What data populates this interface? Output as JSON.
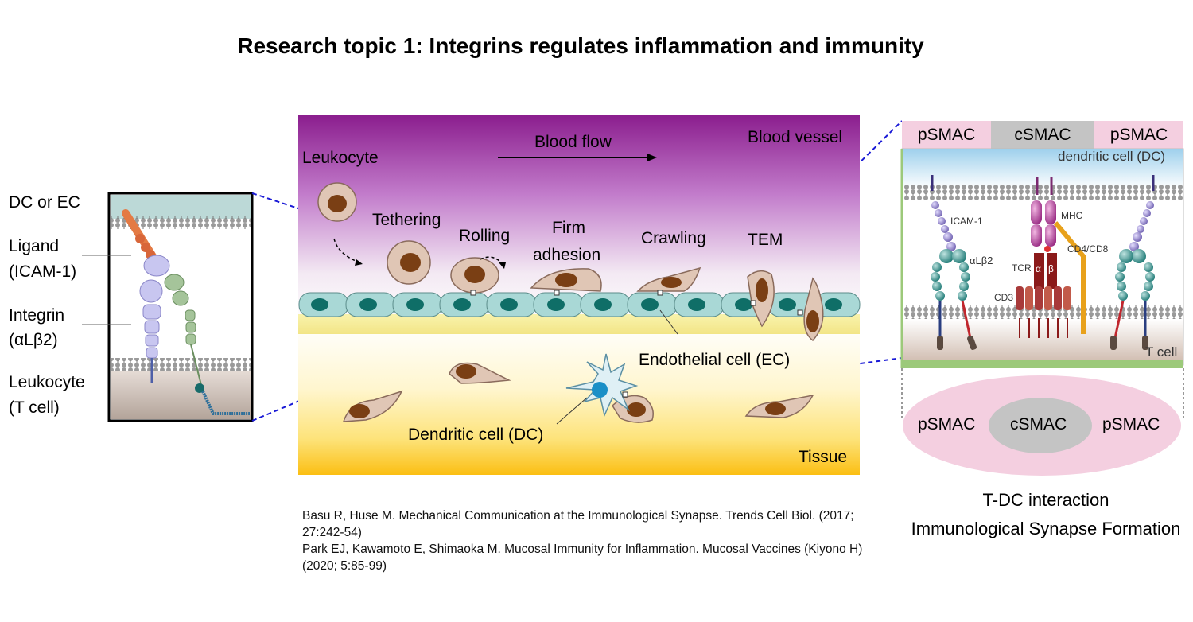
{
  "title": "Research topic 1: Integrins regulates inflammation and immunity",
  "left_panel": {
    "dc_or_ec": "DC or EC",
    "ligand": "Ligand",
    "ligand_name": "(ICAM-1)",
    "integrin": "Integrin",
    "integrin_name": "(αLβ2)",
    "leukocyte": "Leukocyte",
    "leukocyte_type": "(T cell)"
  },
  "center_panel": {
    "leukocyte": "Leukocyte",
    "blood_flow": "Blood flow",
    "blood_vessel": "Blood vessel",
    "tethering": "Tethering",
    "rolling": "Rolling",
    "firm": "Firm",
    "adhesion": "adhesion",
    "crawling": "Crawling",
    "tem": "TEM",
    "endothelial": "Endothelial cell (EC)",
    "dendritic": "Dendritic cell (DC)",
    "tissue": "Tissue"
  },
  "right_panel": {
    "psmac_left": "pSMAC",
    "csmac": "cSMAC",
    "psmac_right": "pSMAC",
    "dendritic_cell": "dendritic cell (DC)",
    "icam1": "ICAM-1",
    "mhc": "MHC",
    "alphal_beta2": "αLβ2",
    "cd4_cd8": "CD4/CD8",
    "tcr": "TCR",
    "alpha": "α",
    "beta": "β",
    "cd3": "CD3",
    "t_cell": "T cell",
    "ellipse_left": "pSMAC",
    "ellipse_center": "cSMAC",
    "ellipse_right": "pSMAC",
    "caption_line1": "T-DC interaction",
    "caption_line2": "Immunological Synapse Formation"
  },
  "references": [
    "Basu R, Huse M. Mechanical Communication at the Immunological Synapse. Trends Cell Biol. (2017; 27:242-54)",
    "Park EJ, Kawamoto E, Shimaoka M. Mucosal Immunity for Inflammation. Mucosal Vaccines (Kiyono H) (2020; 5:85-99)"
  ],
  "colors": {
    "dashed_line": "#1a1ad6",
    "endothelium": "#a9d8d6",
    "nucleus_ec": "#0f6e67",
    "leukocyte_body": "#d9b8a6",
    "leukocyte_nucleus": "#7a3f14",
    "psmac": "#f4cfe0",
    "csmac": "#c4c4c4",
    "mhc": "#b7449a",
    "tcr": "#8b1a1a",
    "cd4": "#e8a11b"
  }
}
